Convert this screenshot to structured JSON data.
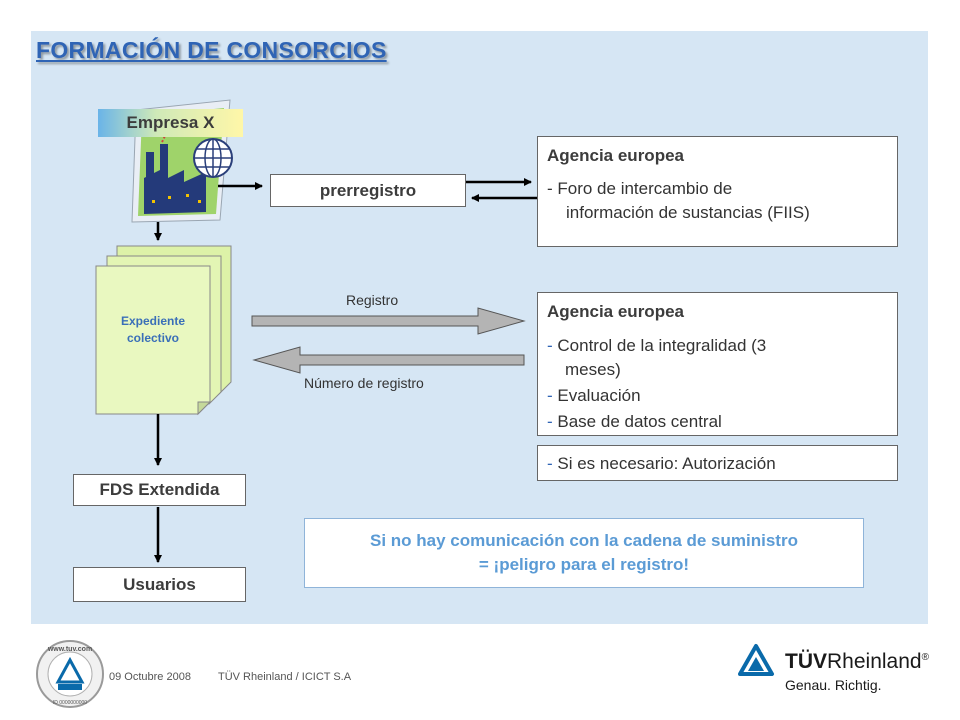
{
  "title": "FORMACIÓN DE CONSORCIOS",
  "empresa": "Empresa X",
  "prerregistro": "prerregistro",
  "agency1": {
    "title": "Agencia europea",
    "line1": "- Foro de intercambio de",
    "line2": "información de sustancias (FIIS)"
  },
  "expediente": {
    "line1": "Expediente",
    "line2": "colectivo"
  },
  "registro_label": "Registro",
  "numero_label": "Número de registro",
  "agency2": {
    "title": "Agencia europea",
    "items": [
      "Control de la integralidad (3",
      "meses)",
      "Evaluación",
      "Base de datos central"
    ]
  },
  "autorizacion": "Si es necesario: Autorización",
  "fds": "FDS Extendida",
  "usuarios": "Usuarios",
  "warning": {
    "line1": "Si no  hay comunicación con la cadena de suministro",
    "line2": "= ¡peligro para el registro!"
  },
  "footer": {
    "date": "09 Octubre 2008",
    "org": "TÜV Rheinland / ICICT S.A"
  },
  "brand": {
    "name_bold": "TÜV",
    "name_rest": "Rheinland",
    "reg": "®",
    "tagline": "Genau. Richtig.",
    "seal_text": "www.tuv.com",
    "seal_id": "ID 0000000000"
  },
  "colors": {
    "panel": "#d6e6f4",
    "title": "#2f64b5",
    "warning": "#5b9bd5",
    "tuv_blue": "#0a6aaa"
  }
}
